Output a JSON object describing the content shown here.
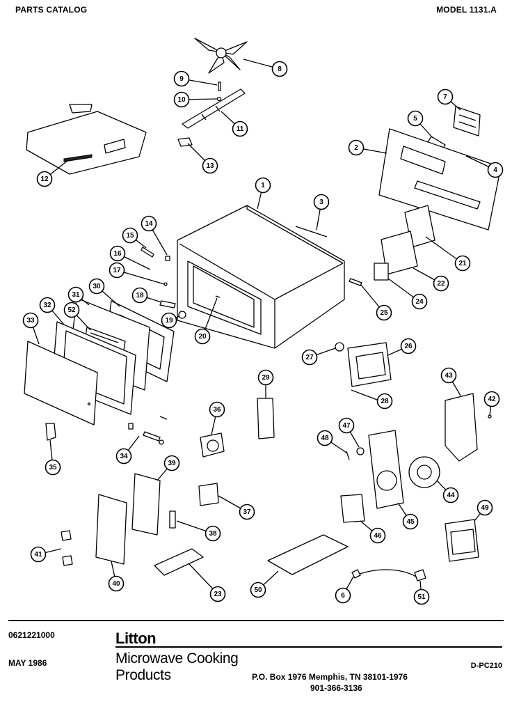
{
  "header": {
    "catalog_label": "PARTS CATALOG",
    "model_label": "MODEL 1131.A"
  },
  "callouts": [
    {
      "num": "1"
    },
    {
      "num": "2"
    },
    {
      "num": "3"
    },
    {
      "num": "4"
    },
    {
      "num": "5"
    },
    {
      "num": "6"
    },
    {
      "num": "7"
    },
    {
      "num": "8"
    },
    {
      "num": "9"
    },
    {
      "num": "10"
    },
    {
      "num": "11"
    },
    {
      "num": "12"
    },
    {
      "num": "13"
    },
    {
      "num": "14"
    },
    {
      "num": "15"
    },
    {
      "num": "16"
    },
    {
      "num": "17"
    },
    {
      "num": "18"
    },
    {
      "num": "19"
    },
    {
      "num": "20"
    },
    {
      "num": "21"
    },
    {
      "num": "22"
    },
    {
      "num": "23"
    },
    {
      "num": "24"
    },
    {
      "num": "25"
    },
    {
      "num": "26"
    },
    {
      "num": "27"
    },
    {
      "num": "28"
    },
    {
      "num": "29"
    },
    {
      "num": "30"
    },
    {
      "num": "31"
    },
    {
      "num": "32"
    },
    {
      "num": "33"
    },
    {
      "num": "34"
    },
    {
      "num": "35"
    },
    {
      "num": "36"
    },
    {
      "num": "37"
    },
    {
      "num": "38"
    },
    {
      "num": "39"
    },
    {
      "num": "40"
    },
    {
      "num": "41"
    },
    {
      "num": "42"
    },
    {
      "num": "43"
    },
    {
      "num": "44"
    },
    {
      "num": "45"
    },
    {
      "num": "46"
    },
    {
      "num": "47"
    },
    {
      "num": "48"
    },
    {
      "num": "49"
    },
    {
      "num": "50"
    },
    {
      "num": "51"
    },
    {
      "num": "52"
    }
  ],
  "footer": {
    "part_number": "0621221000",
    "date": "MAY 1986",
    "brand": "Litton",
    "product_line_1": "Microwave Cooking",
    "product_line_2": "Products",
    "address": "P.O. Box 1976 Memphis, TN 38101-1976",
    "phone": "901-366-3136",
    "doc_code": "D-PC210"
  }
}
